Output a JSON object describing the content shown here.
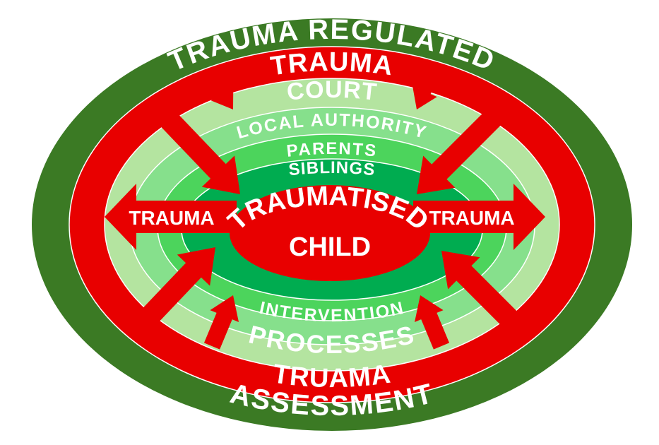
{
  "colors": {
    "outer": "#3b7a24",
    "red": "#e80000",
    "ring1": "#b4e4a0",
    "ring2": "#86e08c",
    "ring3": "#4cd45c",
    "ring4": "#00ac50"
  },
  "labels": {
    "outer_top": "TRAUMA REGULATED",
    "outer_bottom": "ASSESSMENT",
    "red_top": "TRAUMA",
    "red_bottom": "TRUAMA",
    "court": "COURT",
    "local_authority": "LOCAL AUTHORITY",
    "parents": "PARENTS",
    "siblings": "SIBLINGS",
    "center_top": "TRAUMATISED",
    "center_bottom": "CHILD",
    "intervention": "INTERVENTION",
    "processes": "PROCESSES",
    "left_arrow": "TRAUMA",
    "right_arrow": "TRAUMA"
  }
}
